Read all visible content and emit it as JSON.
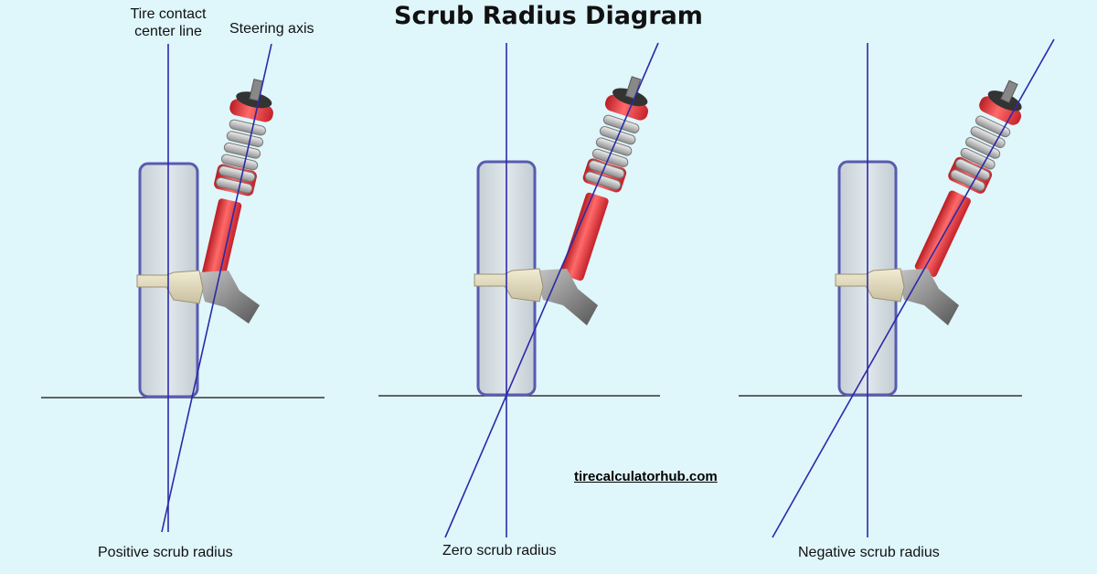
{
  "title": "Scrub Radius Diagram",
  "labels": {
    "tire_contact_line_1": "Tire contact",
    "tire_contact_line_2": "center line",
    "steering_axis": "Steering axis"
  },
  "panels": [
    {
      "id": "positive",
      "caption": "Positive scrub radius"
    },
    {
      "id": "zero",
      "caption": "Zero scrub radius"
    },
    {
      "id": "negative",
      "caption": "Negative scrub radius"
    }
  ],
  "website": "tirecalculatorhub.com",
  "colors": {
    "background": "#dff6fb",
    "axis_line": "#2a2aa8",
    "tire_fill": "#d3dde2",
    "tire_outline": "#5a5ab0",
    "strut_red": "#e8393b",
    "spring_gray": "#a8a8a8",
    "hub_beige": "#e6dfc2",
    "ground": "#333333"
  }
}
